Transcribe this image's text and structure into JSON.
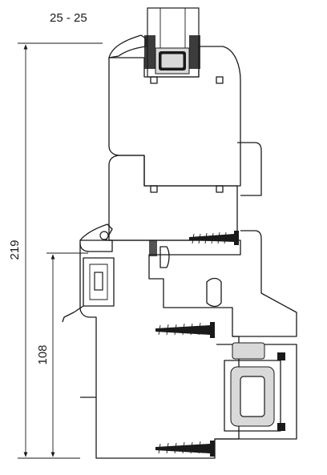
{
  "labels": {
    "glazing": "25 - 25",
    "overall_height": "219",
    "sill_height": "108"
  }
}
